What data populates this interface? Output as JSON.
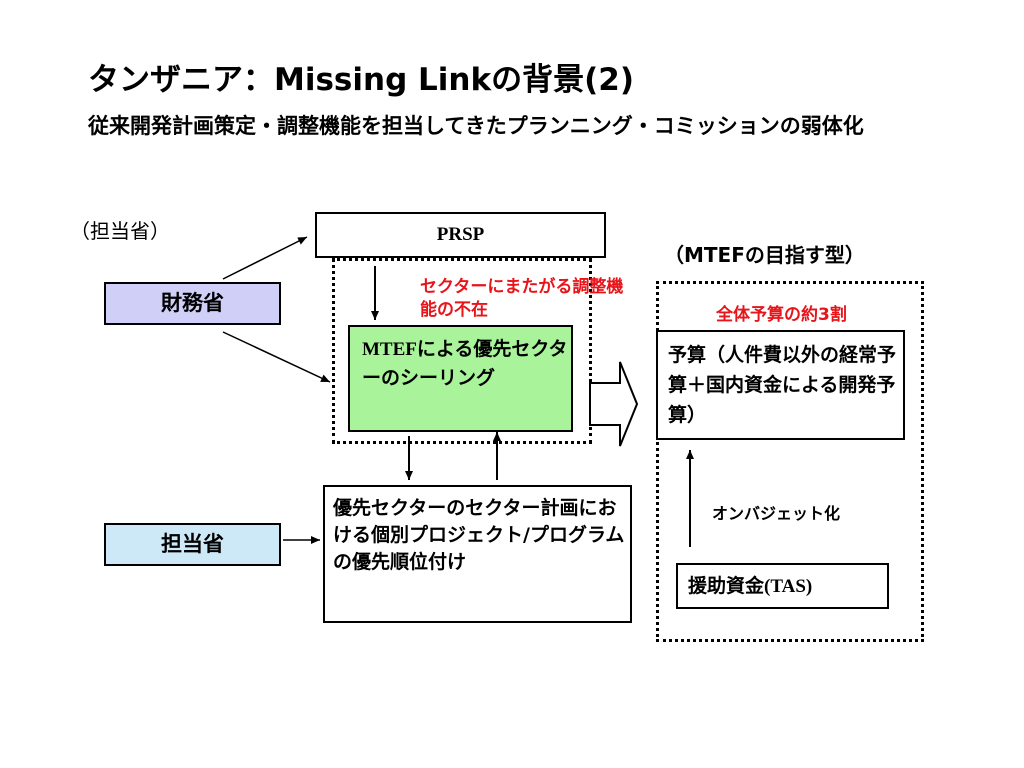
{
  "slide": {
    "title": "タンザニア：Missing Linkの背景(2)",
    "subtitle": "従来開発計画策定・調整機能を担当してきたプランニング・コミッションの弱体化"
  },
  "labels": {
    "responsible_ministry_paren": "（担当省）",
    "mtef_target_type": "（MTEFの目指す型）",
    "sector_coordination_missing": "セクターにまたがる調整機能の不在",
    "overall_budget_share": "全体予算の約3割",
    "on_budget": "オンバジェット化"
  },
  "boxes": {
    "prsp": "PRSP",
    "ministry_of_finance": "財務省",
    "line_ministry": "担当省",
    "mtef_ceiling_prefix": "MTEF",
    "mtef_ceiling_rest": "による優先セクターのシーリング",
    "priority_ranking": "優先セクターのセクター計画における個別プロジェクト/プログラムの優先順位付け",
    "budget": "予算（人件費以外の経常予算＋国内資金による開発予算）",
    "aid_funds_prefix": "援助資金",
    "aid_funds_suffix": "(TAS)"
  },
  "colors": {
    "finance_fill": "#cfcff8",
    "line_ministry_fill": "#cde9f8",
    "mtef_fill": "#a9f49a",
    "annotation_red": "#e8141a"
  }
}
